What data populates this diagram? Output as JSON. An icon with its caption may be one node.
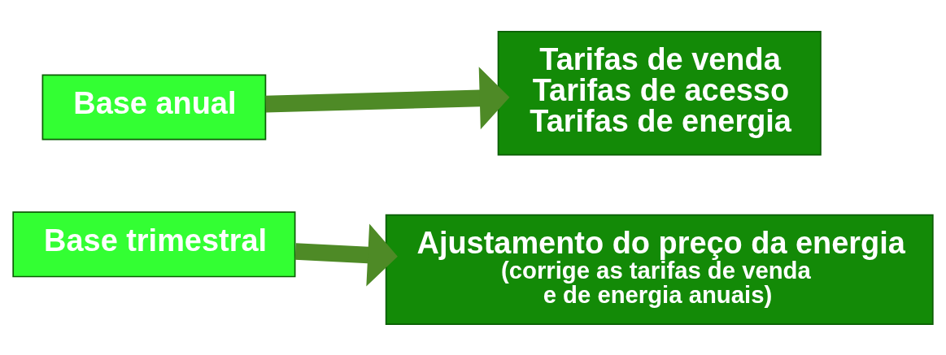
{
  "diagram": {
    "nodes": [
      {
        "text": [
          "Base anual"
        ]
      },
      {
        "text": [
          "Tarifas de venda",
          "Tarifas de acesso",
          "Tarifas de energia"
        ]
      },
      {
        "text": [
          "Base trimestral"
        ]
      },
      {
        "text": [
          "Ajustamento do preço da energia",
          "(corrige as tarifas de venda e de energia anuais)"
        ]
      }
    ],
    "edges": [
      {
        "from": 0,
        "to": 1,
        "arrow": "to"
      },
      {
        "from": 2,
        "to": 3,
        "arrow": "to"
      }
    ]
  }
}
